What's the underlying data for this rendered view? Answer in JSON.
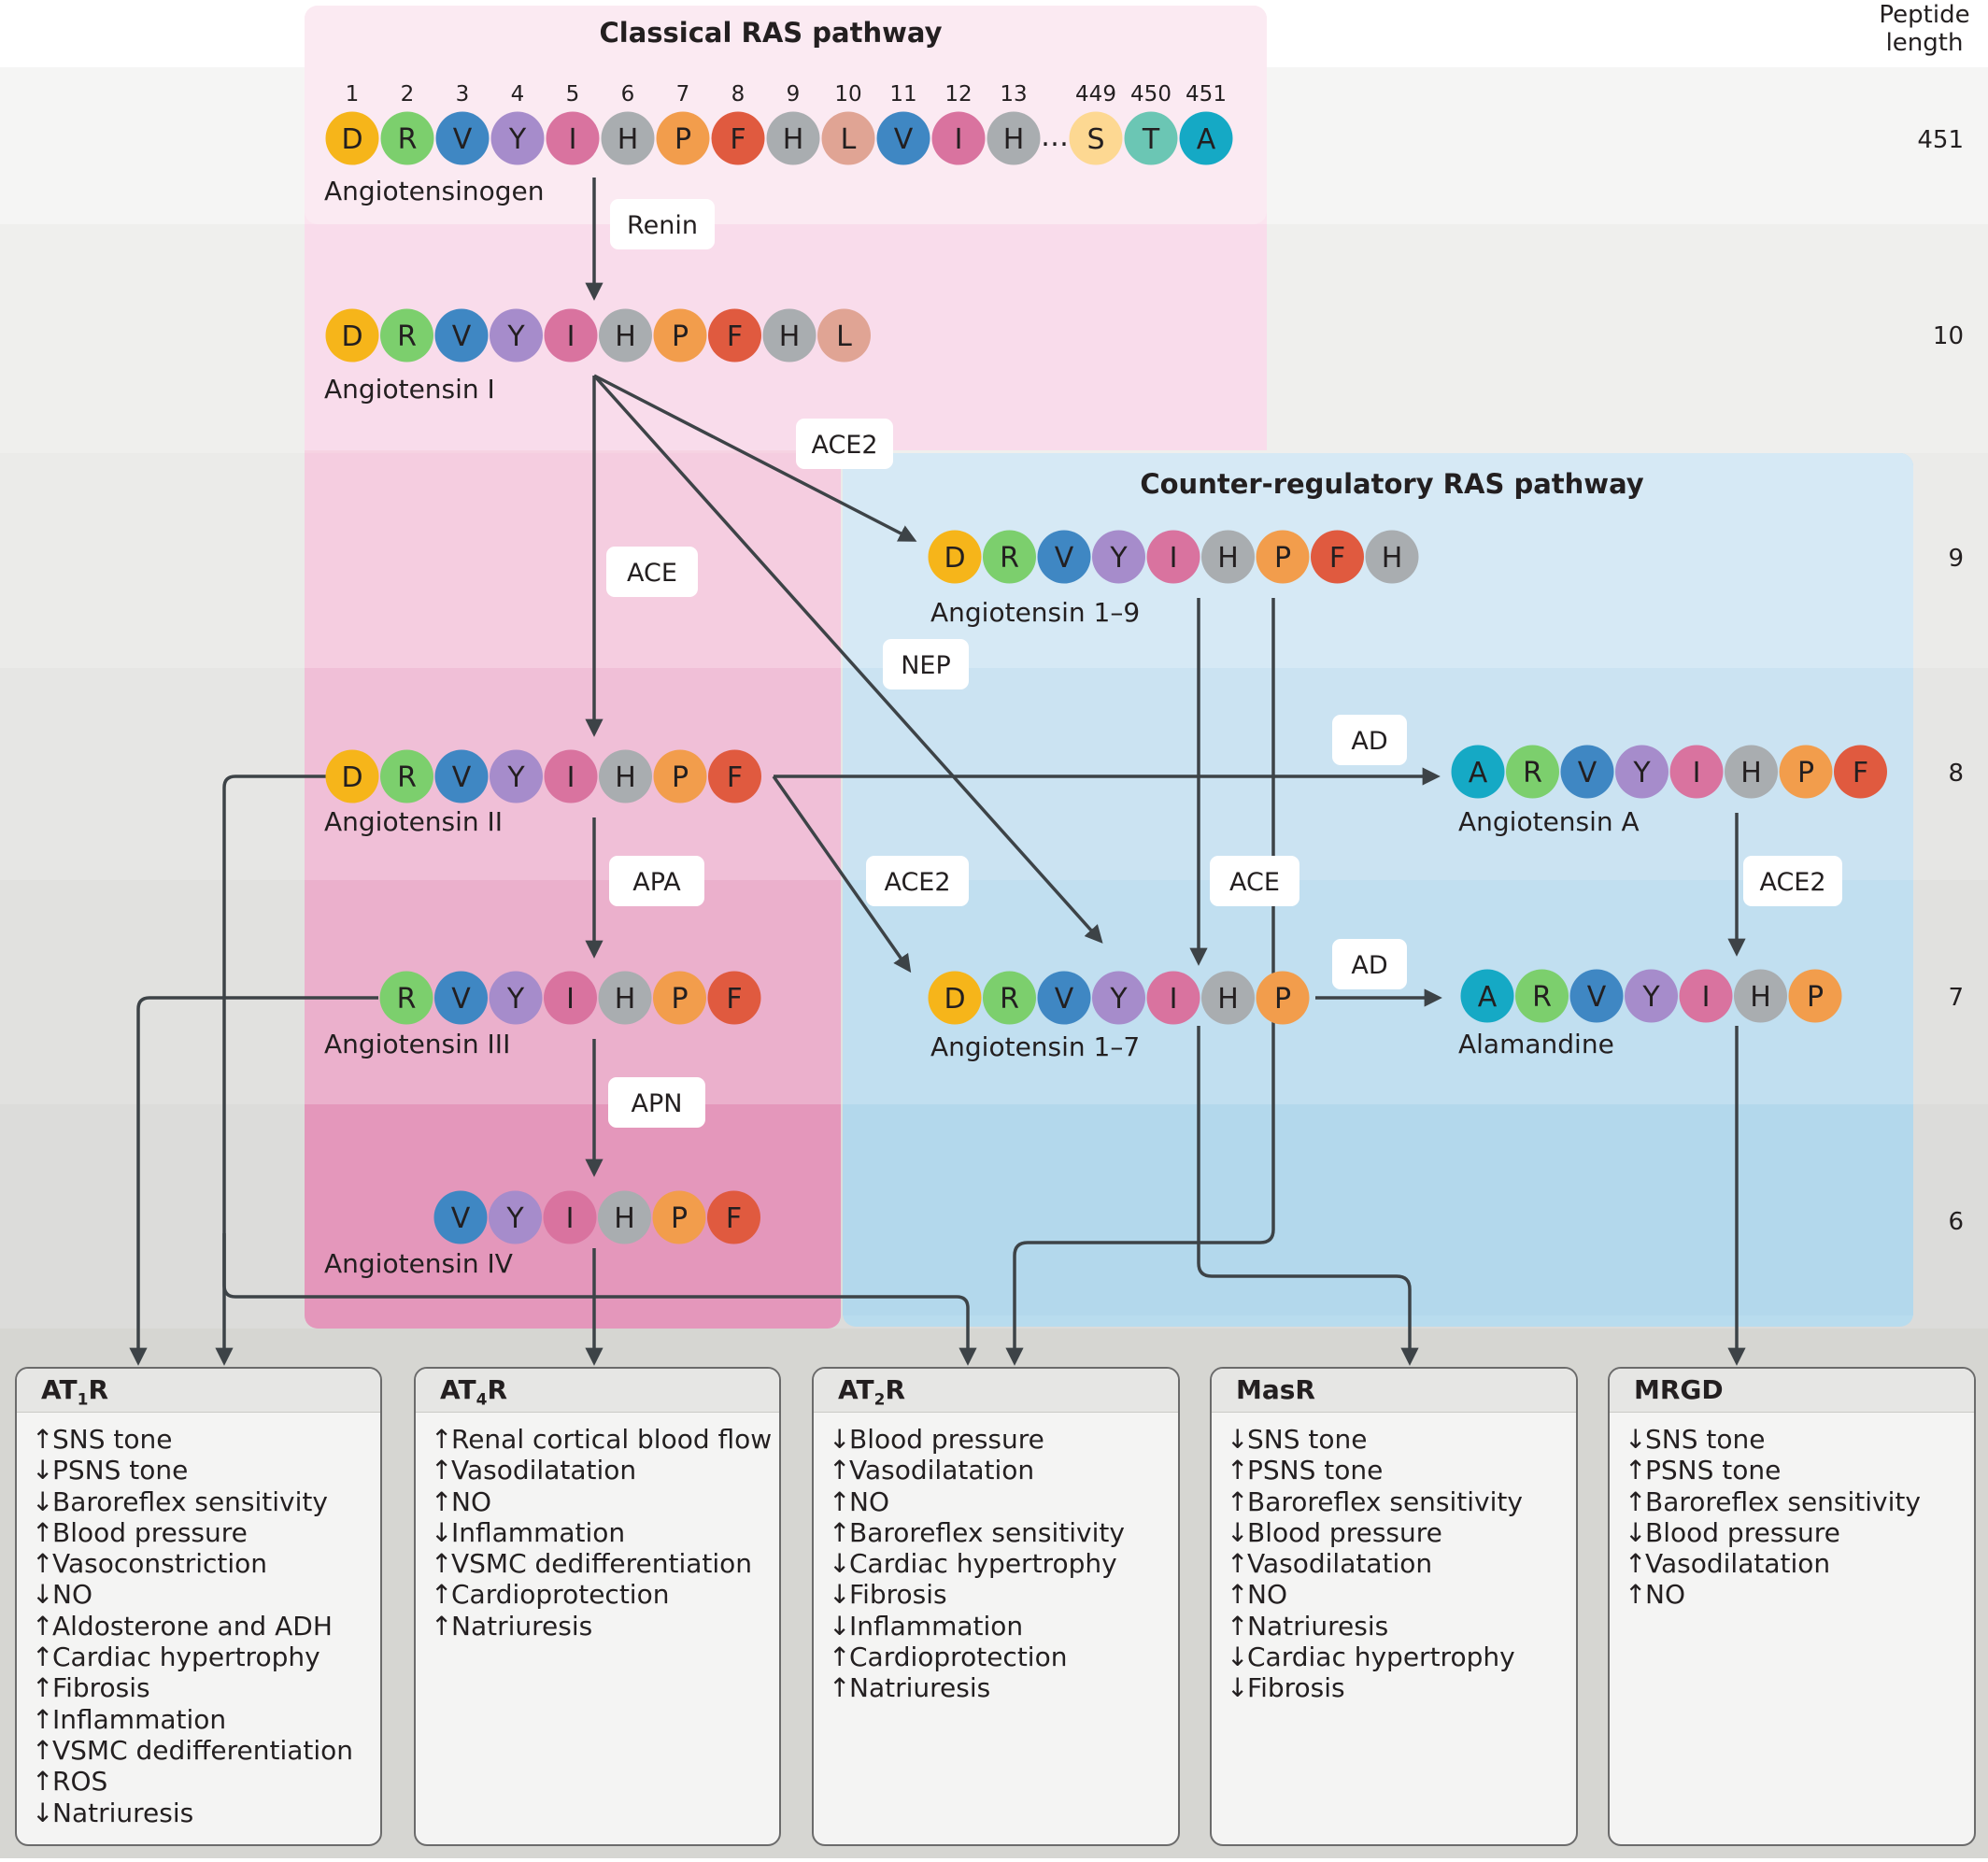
{
  "header": {
    "peptide_length_line1": "Peptide",
    "peptide_length_line2": "length"
  },
  "pathways": {
    "classical": "Classical RAS pathway",
    "counter": "Counter-regulatory RAS pathway"
  },
  "amino_colors": {
    "D": "#f6b51a",
    "R": "#7ccf6d",
    "V": "#3f87c3",
    "Y": "#a68ccb",
    "I": "#d9739f",
    "H": "#a9adb0",
    "P": "#f29d4c",
    "F": "#e05a3f",
    "L": "#e0a494",
    "S": "#fdd892",
    "T": "#6bc6b4",
    "A": "#15a9c5"
  },
  "peptides": [
    {
      "id": "angiotensinogen",
      "label": "Angiotensinogen",
      "residues": [
        "D",
        "R",
        "V",
        "Y",
        "I",
        "H",
        "P",
        "F",
        "H",
        "L",
        "V",
        "I",
        "H",
        "…",
        "S",
        "T",
        "A"
      ],
      "positions": [
        "1",
        "2",
        "3",
        "4",
        "5",
        "6",
        "7",
        "8",
        "9",
        "10",
        "11",
        "12",
        "13",
        "",
        "449",
        "450",
        "451"
      ]
    },
    {
      "id": "angiotensin-i",
      "label": "Angiotensin I",
      "residues": [
        "D",
        "R",
        "V",
        "Y",
        "I",
        "H",
        "P",
        "F",
        "H",
        "L"
      ]
    },
    {
      "id": "angiotensin-1-9",
      "label": "Angiotensin 1–9",
      "residues": [
        "D",
        "R",
        "V",
        "Y",
        "I",
        "H",
        "P",
        "F",
        "H"
      ]
    },
    {
      "id": "angiotensin-ii",
      "label": "Angiotensin II",
      "residues": [
        "D",
        "R",
        "V",
        "Y",
        "I",
        "H",
        "P",
        "F"
      ]
    },
    {
      "id": "angiotensin-a",
      "label": "Angiotensin A",
      "residues": [
        "A",
        "R",
        "V",
        "Y",
        "I",
        "H",
        "P",
        "F"
      ]
    },
    {
      "id": "angiotensin-iii",
      "label": "Angiotensin III",
      "residues": [
        "R",
        "V",
        "Y",
        "I",
        "H",
        "P",
        "F"
      ]
    },
    {
      "id": "angiotensin-1-7",
      "label": "Angiotensin 1–7",
      "residues": [
        "D",
        "R",
        "V",
        "Y",
        "I",
        "H",
        "P"
      ]
    },
    {
      "id": "alamandine",
      "label": "Alamandine",
      "residues": [
        "A",
        "R",
        "V",
        "Y",
        "I",
        "H",
        "P"
      ]
    },
    {
      "id": "angiotensin-iv",
      "label": "Angiotensin IV",
      "residues": [
        "V",
        "Y",
        "I",
        "H",
        "P",
        "F"
      ]
    }
  ],
  "enzymes": {
    "renin": "Renin",
    "ace2_1": "ACE2",
    "ace": "ACE",
    "nep": "NEP",
    "ad_1": "AD",
    "apa": "APA",
    "ace2_2": "ACE2",
    "ace_2": "ACE",
    "ace2_3": "ACE2",
    "ad_2": "AD",
    "apn": "APN"
  },
  "lengths": [
    "451",
    "10",
    "9",
    "8",
    "7",
    "6"
  ],
  "receptors": [
    {
      "name": "AT",
      "sub": "1",
      "suffix": "R",
      "effects": [
        {
          "d": "↑",
          "t": "SNS tone"
        },
        {
          "d": "↓",
          "t": "PSNS tone"
        },
        {
          "d": "↓",
          "t": "Baroreflex sensitivity"
        },
        {
          "d": "↑",
          "t": "Blood pressure"
        },
        {
          "d": "↑",
          "t": "Vasoconstriction"
        },
        {
          "d": "↓",
          "t": "NO"
        },
        {
          "d": "↑",
          "t": "Aldosterone and ADH"
        },
        {
          "d": "↑",
          "t": "Cardiac hypertrophy"
        },
        {
          "d": "↑",
          "t": "Fibrosis"
        },
        {
          "d": "↑",
          "t": "Inflammation"
        },
        {
          "d": "↑",
          "t": "VSMC dedifferentiation"
        },
        {
          "d": "↑",
          "t": "ROS"
        },
        {
          "d": "↓",
          "t": "Natriuresis"
        }
      ]
    },
    {
      "name": "AT",
      "sub": "4",
      "suffix": "R",
      "effects": [
        {
          "d": "↑",
          "t": "Renal cortical blood flow"
        },
        {
          "d": "↑",
          "t": "Vasodilatation"
        },
        {
          "d": "↑",
          "t": "NO"
        },
        {
          "d": "↓",
          "t": "Inflammation"
        },
        {
          "d": "↑",
          "t": "VSMC dedifferentiation"
        },
        {
          "d": "↑",
          "t": "Cardioprotection"
        },
        {
          "d": "↑",
          "t": "Natriuresis"
        }
      ]
    },
    {
      "name": "AT",
      "sub": "2",
      "suffix": "R",
      "effects": [
        {
          "d": "↓",
          "t": "Blood pressure"
        },
        {
          "d": "↑",
          "t": "Vasodilatation"
        },
        {
          "d": "↑",
          "t": "NO"
        },
        {
          "d": "↑",
          "t": "Baroreflex sensitivity"
        },
        {
          "d": "↓",
          "t": "Cardiac hypertrophy"
        },
        {
          "d": "↓",
          "t": "Fibrosis"
        },
        {
          "d": "↓",
          "t": "Inflammation"
        },
        {
          "d": "↑",
          "t": "Cardioprotection"
        },
        {
          "d": "↑",
          "t": "Natriuresis"
        }
      ]
    },
    {
      "name": "MasR",
      "sub": "",
      "suffix": "",
      "effects": [
        {
          "d": "↓",
          "t": "SNS tone"
        },
        {
          "d": "↑",
          "t": "PSNS tone"
        },
        {
          "d": "↑",
          "t": "Baroreflex sensitivity"
        },
        {
          "d": "↓",
          "t": "Blood pressure"
        },
        {
          "d": "↑",
          "t": "Vasodilatation"
        },
        {
          "d": "↑",
          "t": "NO"
        },
        {
          "d": "↑",
          "t": "Natriuresis"
        },
        {
          "d": "↓",
          "t": "Cardiac hypertrophy"
        },
        {
          "d": "↓",
          "t": "Fibrosis"
        }
      ]
    },
    {
      "name": "MRGD",
      "sub": "",
      "suffix": "",
      "effects": [
        {
          "d": "↓",
          "t": "SNS tone"
        },
        {
          "d": "↑",
          "t": "PSNS tone"
        },
        {
          "d": "↑",
          "t": "Baroreflex sensitivity"
        },
        {
          "d": "↓",
          "t": "Blood pressure"
        },
        {
          "d": "↑",
          "t": "Vasodilatation"
        },
        {
          "d": "↑",
          "t": "NO"
        }
      ]
    }
  ]
}
